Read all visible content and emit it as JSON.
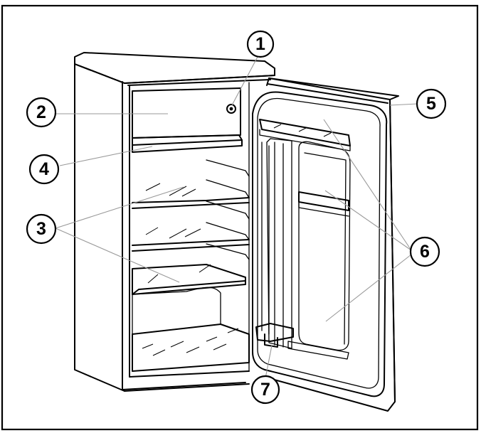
{
  "diagram": {
    "callouts": [
      {
        "id": "1",
        "label": "1"
      },
      {
        "id": "2",
        "label": "2"
      },
      {
        "id": "3",
        "label": "3"
      },
      {
        "id": "4",
        "label": "4"
      },
      {
        "id": "5",
        "label": "5"
      },
      {
        "id": "6",
        "label": "6"
      },
      {
        "id": "7",
        "label": "7"
      }
    ]
  },
  "colors": {
    "line": "#000000",
    "leader": "#9a9a9a",
    "background": "#ffffff"
  }
}
